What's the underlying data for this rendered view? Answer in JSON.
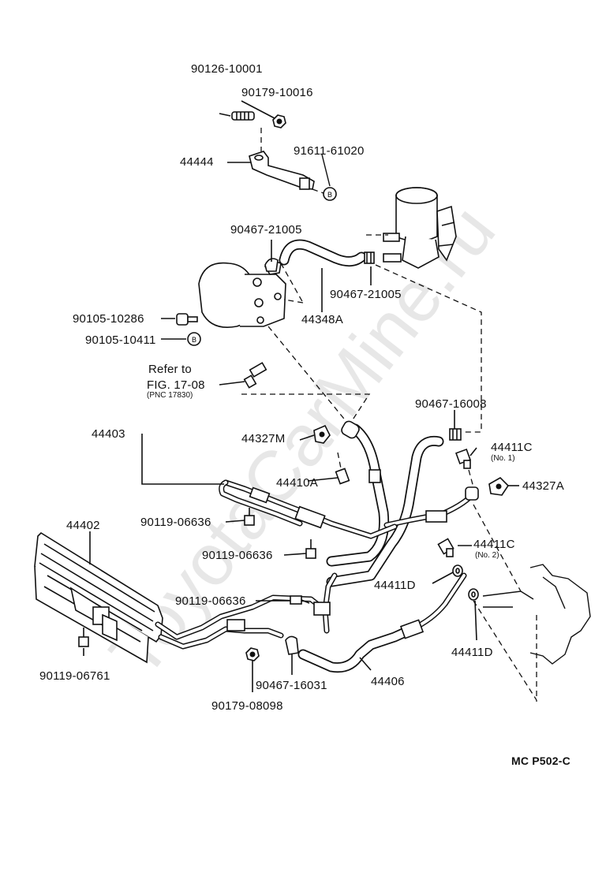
{
  "watermark": "ToyotaCarMine.ru",
  "figure_code": "MC  P502-C",
  "labels": {
    "p90126_10001": "90126-10001",
    "p90179_10016": "90179-10016",
    "p44444": "44444",
    "p91611_61020": "91611-61020",
    "p90467_21005_a": "90467-21005",
    "p90467_21005_b": "90467-21005",
    "p44348A": "44348A",
    "p90105_10286": "90105-10286",
    "p90105_10411": "90105-10411",
    "refer_to": "Refer to",
    "fig_ref": "FIG. 17-08",
    "pnc_ref": "(PNC 17830)",
    "p44403": "44403",
    "p44327M": "44327M",
    "p90467_16008": "90467-16008",
    "p44411C_1": "44411C",
    "no1": "(No. 1)",
    "p44410A": "44410A",
    "p44327A": "44327A",
    "p44402": "44402",
    "p90119_06636_a": "90119-06636",
    "p90119_06636_b": "90119-06636",
    "p44411C_2": "44411C",
    "no2": "(No. 2)",
    "p44411D_a": "44411D",
    "p90119_06636_c": "90119-06636",
    "p44411D_b": "44411D",
    "p90119_06761": "90119-06761",
    "p90467_16031": "90467-16031",
    "p44406": "44406",
    "p90179_08098": "90179-08098"
  }
}
